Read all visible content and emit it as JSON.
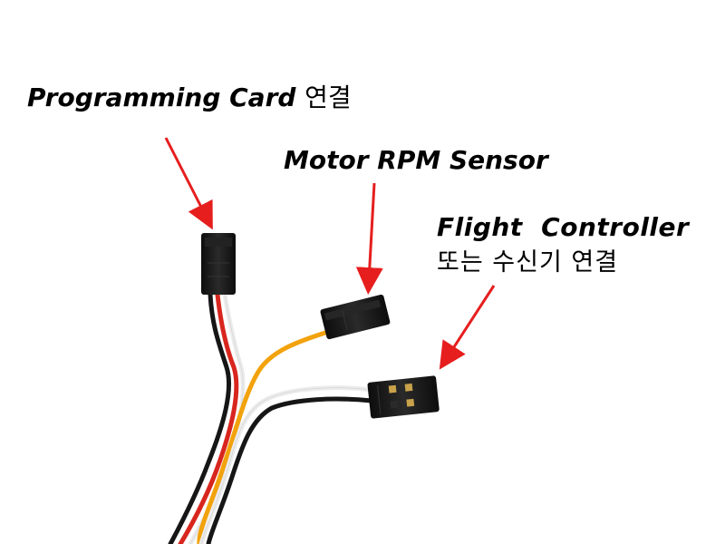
{
  "labels": {
    "programming_card_en": "Programming Card",
    "programming_card_kr": "연결",
    "motor_rpm_sensor": "Motor RPM Sensor",
    "flight_controller": "Flight  Controller",
    "flight_controller_kr": "또는 수신기 연결"
  },
  "colors": {
    "arrow": "#e61e1e",
    "connector": "#1a1a1a",
    "wire_red": "#d8261e",
    "wire_white": "#f4f4f4",
    "wire_black": "#161616",
    "wire_orange": "#f2a20c"
  },
  "objects": {
    "programming_card_connector": "3-pin servo connector",
    "motor_rpm_connector": "1-pin connector",
    "flight_controller_connector": "3-pin servo connector"
  }
}
